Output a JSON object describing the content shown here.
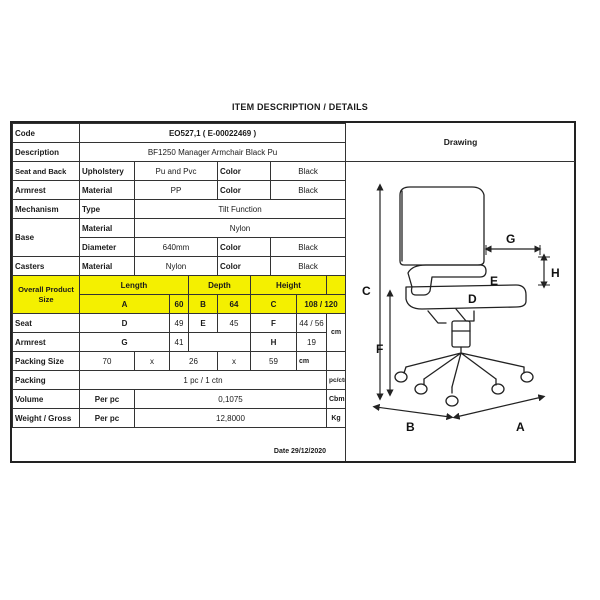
{
  "title": "ITEM DESCRIPTION / DETAILS",
  "code": {
    "label": "Code",
    "value": "EO527,1 ( E-00022469 )"
  },
  "description": {
    "label": "Description",
    "value": "BF1250 Manager Armchair Black Pu"
  },
  "drawing_label": "Drawing",
  "seat_back": {
    "label": "Seat and Back",
    "sub": "Upholstery",
    "value": "Pu and Pvc",
    "color_label": "Color",
    "color": "Black"
  },
  "armrest": {
    "label": "Armrest",
    "sub": "Material",
    "value": "PP",
    "color_label": "Color",
    "color": "Black"
  },
  "mechanism": {
    "label": "Mechanism",
    "sub": "Type",
    "value": "Tilt Function"
  },
  "base": {
    "label": "Base",
    "sub1": "Material",
    "value1": "Nylon",
    "sub2": "Diameter",
    "value2": "640mm",
    "color_label": "Color",
    "color": "Black"
  },
  "casters": {
    "label": "Casters",
    "sub": "Material",
    "value": "Nylon",
    "color_label": "Color",
    "color": "Black"
  },
  "overall": {
    "label": "Overall Product Size",
    "length_label": "Length",
    "depth_label": "Depth",
    "height_label": "Height",
    "a": "A",
    "a_val": "60",
    "b": "B",
    "b_val": "64",
    "c": "C",
    "c_val": "108 / 120",
    "unit": "cm"
  },
  "seat": {
    "label": "Seat",
    "d": "D",
    "d_val": "49",
    "e": "E",
    "e_val": "45",
    "f": "F",
    "f_val": "44 / 56",
    "unit": "cm"
  },
  "armrest_dims": {
    "label": "Armrest",
    "g": "G",
    "g_val": "41",
    "h": "H",
    "h_val": "19"
  },
  "packing_size": {
    "label": "Packing Size",
    "w": "70",
    "x1": "x",
    "d": "26",
    "x2": "x",
    "h": "59",
    "unit": "cm"
  },
  "packing": {
    "label": "Packing",
    "value": "1 pc / 1 ctn",
    "unit": "pc/ctn"
  },
  "volume": {
    "label": "Volume",
    "per": "Per pc",
    "value": "0,1075",
    "unit": "Cbm"
  },
  "weight": {
    "label": "Weight / Gross",
    "per": "Per pc",
    "value": "12,8000",
    "unit": "Kg"
  },
  "date": "Date 29/12/2020",
  "dim_letters": {
    "a": "A",
    "b": "B",
    "c": "C",
    "d": "D",
    "e": "E",
    "f": "F",
    "g": "G",
    "h": "H"
  }
}
